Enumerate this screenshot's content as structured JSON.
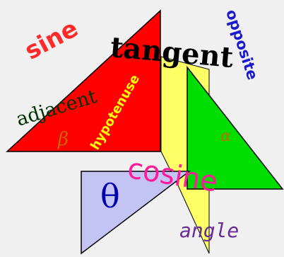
{
  "words": {
    "sine": "sine",
    "tangent": "tangent",
    "opposite": "opposite",
    "adjacent": "adjacent",
    "hypotenuse": "hypotenuse",
    "beta": "β",
    "alpha": "α",
    "theta": "θ",
    "cosine": "cosine",
    "angle": "angle"
  },
  "colors": {
    "background": "#f0f0f0",
    "red_triangle": "#ff0000",
    "yellow_shape": "#ffff66",
    "green_triangle": "#00dd00",
    "blue_triangle": "#c4c4f4",
    "outline": "#000000",
    "sine_text": "#ff2a2a",
    "tangent_text": "#000000",
    "opposite_text": "#1a1acc",
    "adjacent_text": "#003300",
    "hypotenuse_text": "#ffff00",
    "beta_text": "#cc6600",
    "alpha_text": "#cc6600",
    "theta_text": "#0000aa",
    "cosine_text": "#ff1a9c",
    "angle_text": "#6a2a9a"
  }
}
